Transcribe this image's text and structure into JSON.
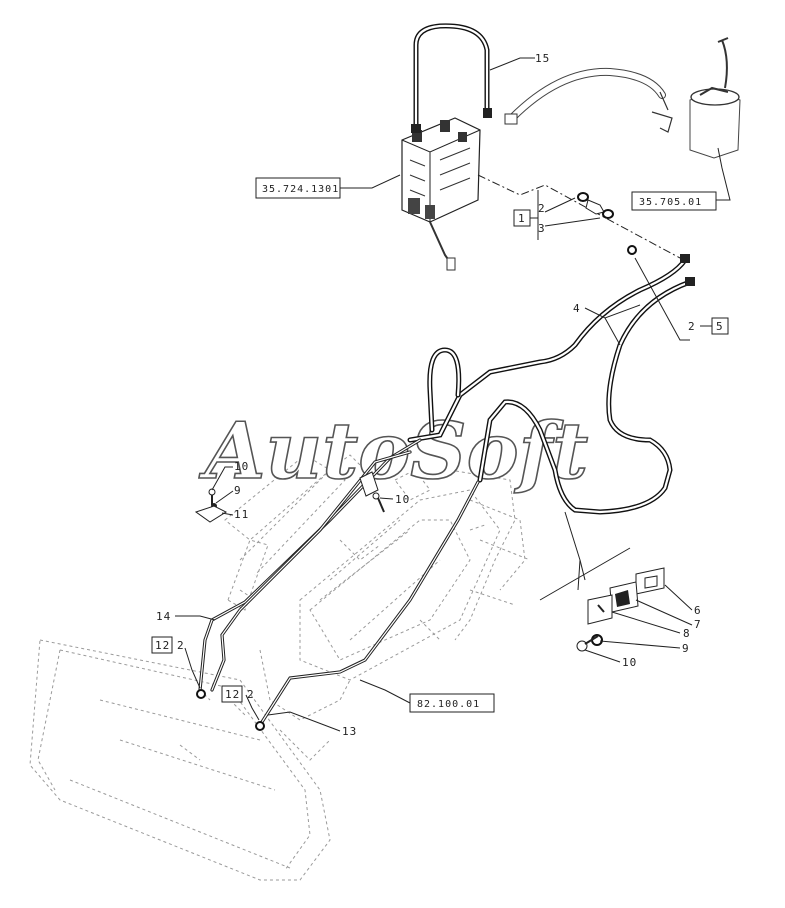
{
  "watermark": "AutoSoft",
  "references": {
    "control_valve": "35.724.1301",
    "filter": "35.705.01",
    "loader_frame": "82.100.01"
  },
  "callouts": {
    "hose_top": "15",
    "hose_right": "4",
    "fitting_seal_a": "2",
    "fitting_seal_b": "3",
    "group_1": "1",
    "seal_right": "2",
    "group_5": "5",
    "bolt_left": "10",
    "washer_left": "9",
    "clamp_left": "11",
    "bolt_mid": "10",
    "plate_6": "6",
    "block_7": "7",
    "block_8": "8",
    "washer_9": "9",
    "bolt_10": "10",
    "pipe_14": "14",
    "pipe_13": "13",
    "group_12a": "12",
    "seal_12a": "2",
    "group_12b": "12",
    "seal_12b": "2"
  }
}
